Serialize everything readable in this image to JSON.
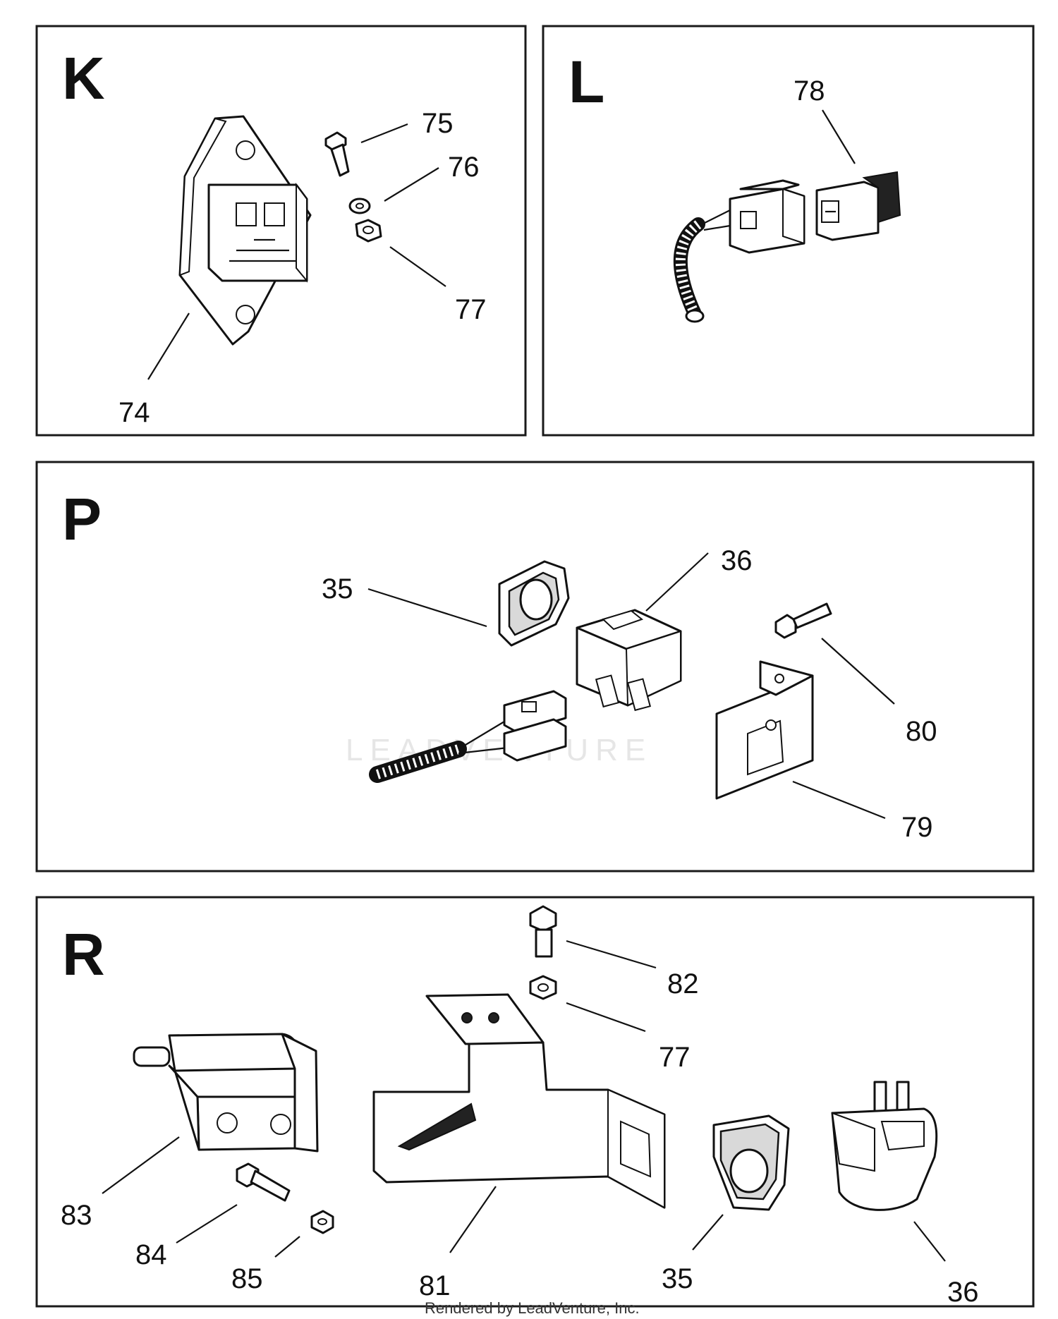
{
  "panels": {
    "k": {
      "letter": "K",
      "callouts": {
        "c74": "74",
        "c75": "75",
        "c76": "76",
        "c77": "77"
      }
    },
    "l": {
      "letter": "L",
      "callouts": {
        "c78": "78"
      }
    },
    "p": {
      "letter": "P",
      "callouts": {
        "c35": "35",
        "c36": "36",
        "c79": "79",
        "c80": "80"
      }
    },
    "r": {
      "letter": "R",
      "callouts": {
        "c35": "35",
        "c36": "36",
        "c77": "77",
        "c81": "81",
        "c82": "82",
        "c83": "83",
        "c84": "84",
        "c85": "85"
      }
    }
  },
  "watermark": "LEADVENTURE",
  "footer": "Rendered by LeadVenture, Inc."
}
